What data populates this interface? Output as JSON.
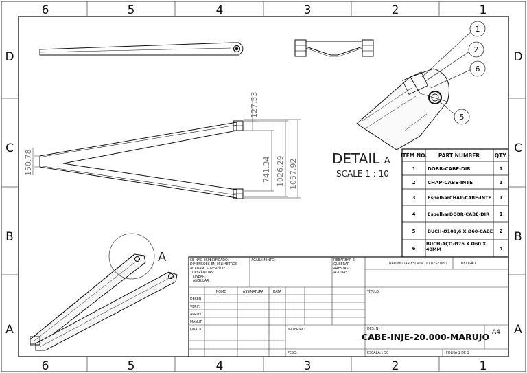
{
  "zone_columns": [
    "6",
    "5",
    "4",
    "3",
    "2",
    "1"
  ],
  "zone_rows": [
    "D",
    "C",
    "B",
    "A"
  ],
  "dimensions": {
    "d1": "127.53",
    "d2": "741.34",
    "d3": "1026.29",
    "d4": "1057.92",
    "d5": "150.78"
  },
  "detail": {
    "title": "DETAIL",
    "letter": "A",
    "scale": "SCALE 1 : 10",
    "callout_letter": "A"
  },
  "balloons": [
    "1",
    "2",
    "6",
    "5"
  ],
  "bom": {
    "headers": [
      "ITEM NO.",
      "PART NUMBER",
      "QTY."
    ],
    "rows": [
      {
        "item": "1",
        "part": "DOBR-CABE-DIR",
        "qty": "1"
      },
      {
        "item": "2",
        "part": "CHAP-CABE-INTE",
        "qty": "1"
      },
      {
        "item": "3",
        "part": "EspelharCHAP-CABE-INTE",
        "qty": "1"
      },
      {
        "item": "4",
        "part": "EspelharDOBR-CABE-DIR",
        "qty": "1"
      },
      {
        "item": "5",
        "part": "BUCH-Ø101,6 X Ø60-CABE",
        "qty": "2"
      },
      {
        "item": "6",
        "part": "BUCH-AÇO-Ø76 X Ø60 X 40MM",
        "qty": "4"
      }
    ]
  },
  "title_block": {
    "notes": [
      "SE NÃO ESPECIFICADO:",
      "DIMENSÕES EM MILÍMETROS",
      "ACABAM. SUPERFÍCIE:",
      "TOLERÂNCIAS:",
      "LINEAR:",
      "ANGULAR:"
    ],
    "acabamento": "ACABAMENTO:",
    "rebarbar": [
      "REBARBAR E",
      "QUEBRAR",
      "ARESTAS",
      "AGUDAS"
    ],
    "nao_mudar": "NÃO MUDAR ESCALA DO DESENHO",
    "revisao": "REVISÃO",
    "col_headers": [
      "NOME",
      "ASSINATURA",
      "DATA"
    ],
    "row_labels": [
      "DESEN.",
      "VERIF.",
      "APROV.",
      "MANUF.",
      "QUALID."
    ],
    "titulo": "TÍTULO:",
    "material": "MATERIAL:",
    "des_no": "DES. Nº",
    "drawing_number": "CABE-INJE-20.000-MARUJO",
    "size": "A4",
    "peso": "PESO:",
    "escala": "ESCALA:1:50",
    "folha": "FOLHA 1 DE 1"
  }
}
